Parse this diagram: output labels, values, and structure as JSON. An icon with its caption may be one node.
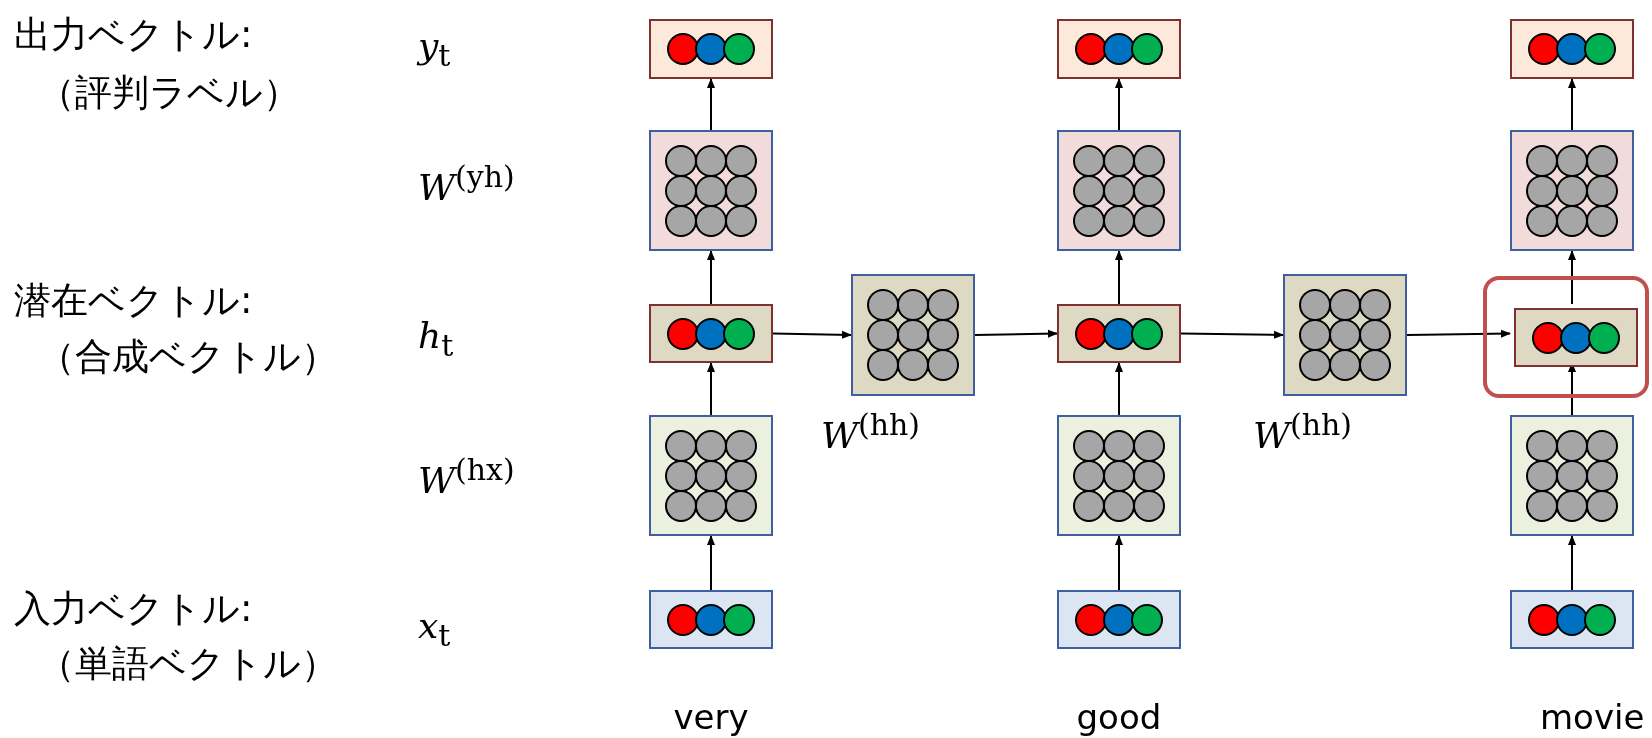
{
  "diagram": {
    "nodes": [
      {
        "text": [],
        "shape": "box"
      },
      {
        "text": [],
        "shape": "box"
      },
      {
        "text": [],
        "shape": "box"
      },
      {
        "text": [],
        "shape": "box"
      },
      {
        "text": [],
        "shape": "box"
      },
      {
        "text": [],
        "shape": "box",
        "beside": [
          "*W*$^{(hh)}$"
        ]
      },
      {
        "text": [],
        "shape": "box"
      },
      {
        "text": [],
        "shape": "box"
      },
      {
        "text": [],
        "shape": "box"
      },
      {
        "text": [],
        "shape": "box"
      },
      {
        "text": [],
        "shape": "box"
      },
      {
        "text": [],
        "shape": "box",
        "beside": [
          "*W*$^{(hh)}$"
        ]
      },
      {
        "text": [],
        "shape": "box"
      },
      {
        "text": [],
        "shape": "box"
      },
      {
        "text": [],
        "shape": "box"
      },
      {
        "text": [],
        "shape": "box",
        "in": 12
      },
      {
        "text": [],
        "shape": "box"
      },
      {
        "text": [],
        "shape": "box"
      }
    ],
    "edges": [
      {
        "from": 4,
        "to": 3,
        "arrow": "to"
      },
      {
        "from": 3,
        "to": 2,
        "arrow": "to"
      },
      {
        "from": 2,
        "to": 1,
        "arrow": "to"
      },
      {
        "from": 1,
        "to": 0,
        "arrow": "to"
      },
      {
        "from": 2,
        "to": 5,
        "arrow": "to"
      },
      {
        "from": 5,
        "to": 8,
        "arrow": "to"
      },
      {
        "from": 10,
        "to": 9,
        "arrow": "to"
      },
      {
        "from": 9,
        "to": 8,
        "arrow": "to"
      },
      {
        "from": 8,
        "to": 7,
        "arrow": "to"
      },
      {
        "from": 7,
        "to": 6,
        "arrow": "to"
      },
      {
        "from": 8,
        "to": 11,
        "arrow": "to"
      },
      {
        "from": 11,
        "to": 15,
        "arrow": "to"
      },
      {
        "from": 17,
        "to": 16,
        "arrow": "to"
      },
      {
        "from": 16,
        "to": 15,
        "arrow": "to"
      },
      {
        "from": 15,
        "to": 14,
        "arrow": "to"
      },
      {
        "from": 14,
        "to": 13,
        "arrow": "to"
      }
    ],
    "labels": [
      "出力ベクトル:",
      "（評判ラベル）",
      "*y*$_{t}$",
      "*W*$^{(yh)}$",
      "潜在ベクトル:",
      "（合成ベクトル）",
      "*h*$_{t}$",
      "*W*$^{(hx)}$",
      "入力ベクトル:",
      "（単語ベクトル）",
      "*x*$_{t}$",
      "very",
      "good",
      "movie"
    ]
  }
}
